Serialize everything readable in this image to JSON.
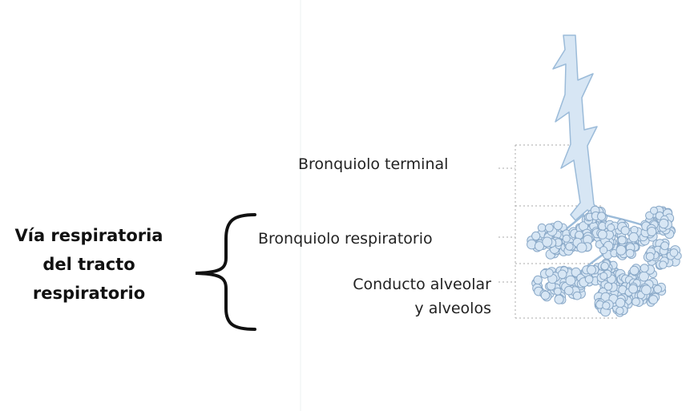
{
  "side_title": {
    "line1": "Vía respiratoria",
    "line2": "del tracto",
    "line3": "respiratorio"
  },
  "labels": {
    "terminal": "Bronquiolo terminal",
    "respiratory": "Bronquiolo respiratorio",
    "duct_line1": "Conducto alveolar",
    "duct_line2": "y alveolos"
  },
  "colors": {
    "airway_fill": "#d7e6f4",
    "airway_stroke": "#9bbbd9",
    "brace": "#111111",
    "guide_line": "#aaaaaa"
  }
}
